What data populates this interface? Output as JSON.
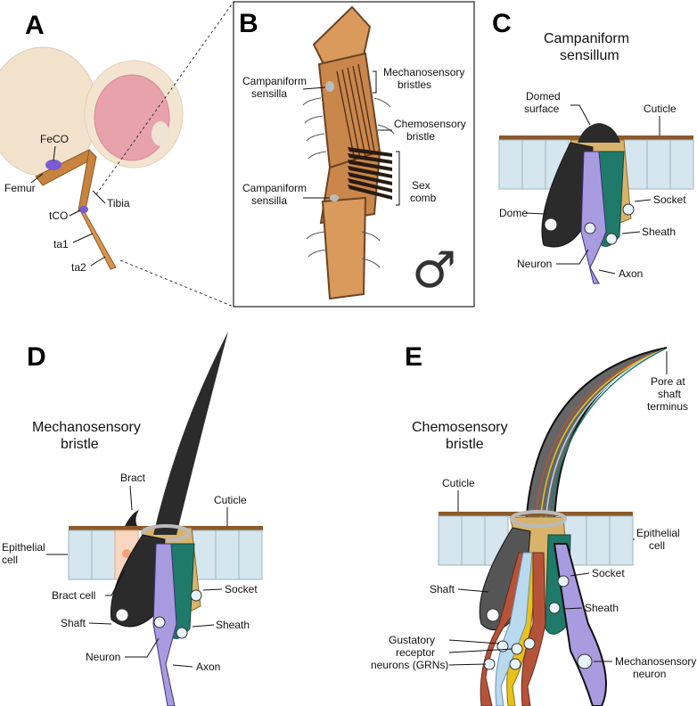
{
  "panels": {
    "A": {
      "letter": "A",
      "labels": {
        "feco": "FeCO",
        "femur": "Femur",
        "tibia": "Tibia",
        "tco": "tCO",
        "ta1": "ta1",
        "ta2": "ta2"
      }
    },
    "B": {
      "letter": "B",
      "labels": {
        "campaniform1_l1": "Campaniform",
        "campaniform1_l2": "sensilla",
        "mech_l1": "Mechanosensory",
        "mech_l2": "bristles",
        "chemo_l1": "Chemosensory",
        "chemo_l2": "bristle",
        "campaniform2_l1": "Campaniform",
        "campaniform2_l2": "sensilla",
        "sex_l1": "Sex",
        "sex_l2": "comb"
      },
      "male_symbol": "♂"
    },
    "C": {
      "letter": "C",
      "title_l1": "Campaniform",
      "title_l2": "sensillum",
      "labels": {
        "domed_l1": "Domed",
        "domed_l2": "surface",
        "cuticle": "Cuticle",
        "socket": "Socket",
        "dome": "Dome",
        "sheath": "Sheath",
        "neuron": "Neuron",
        "axon": "Axon"
      }
    },
    "D": {
      "letter": "D",
      "title_l1": "Mechanosensory",
      "title_l2": "bristle",
      "labels": {
        "bract": "Bract",
        "cuticle": "Cuticle",
        "epi_l1": "Epithelial",
        "epi_l2": "cell",
        "bract_cell": "Bract cell",
        "socket": "Socket",
        "shaft": "Shaft",
        "sheath": "Sheath",
        "neuron": "Neuron",
        "axon": "Axon"
      }
    },
    "E": {
      "letter": "E",
      "title_l1": "Chemosensory",
      "title_l2": "bristle",
      "labels": {
        "pore_l1": "Pore at",
        "pore_l2": "shaft",
        "pore_l3": "terminus",
        "cuticle": "Cuticle",
        "epi_l1": "Epithelial",
        "epi_l2": "cell",
        "shaft": "Shaft",
        "socket": "Socket",
        "sheath": "Sheath",
        "grn_l1": "Gustatory",
        "grn_l2": "receptor",
        "grn_l3": "neurons (GRNs)",
        "mech_l1": "Mechanosensory",
        "mech_l2": "neuron"
      }
    }
  },
  "colors": {
    "cuticle": "#8b5a2b",
    "epithelial": "#d6e6ee",
    "socket": "#d9b36b",
    "sheath": "#1f7a6a",
    "neuron": "#a99be0",
    "dome": "#2b2b2b",
    "shaft": "#555555",
    "bract_cell": "#f8d6c0",
    "leg": "#c8833f",
    "grn_red": "#b5533a",
    "grn_yellow": "#e8c21a",
    "grn_blue": "#b9d9ee"
  }
}
